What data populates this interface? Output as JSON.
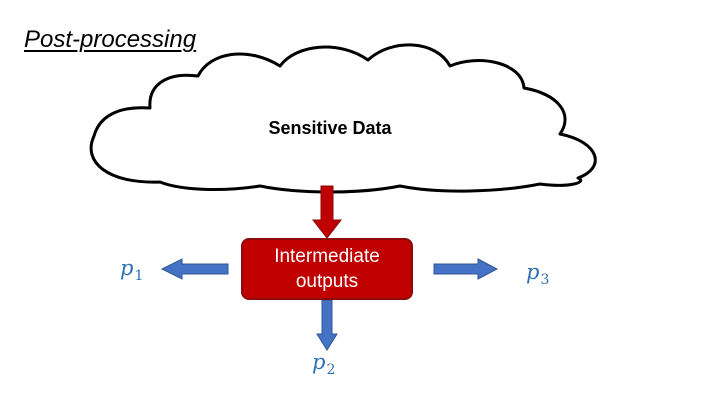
{
  "title": "Post-processing",
  "cloud": {
    "label": "Sensitive Data"
  },
  "process_box": {
    "label": "Intermediate\noutputs"
  },
  "outputs": [
    {
      "symbol": "p",
      "subscript": "1"
    },
    {
      "symbol": "p",
      "subscript": "2"
    },
    {
      "symbol": "p",
      "subscript": "3"
    }
  ],
  "colors": {
    "box_fill": "#c00000",
    "input_arrow": "#c00000",
    "output_arrows": "#4472c4",
    "output_labels": "#2f6fb3"
  }
}
